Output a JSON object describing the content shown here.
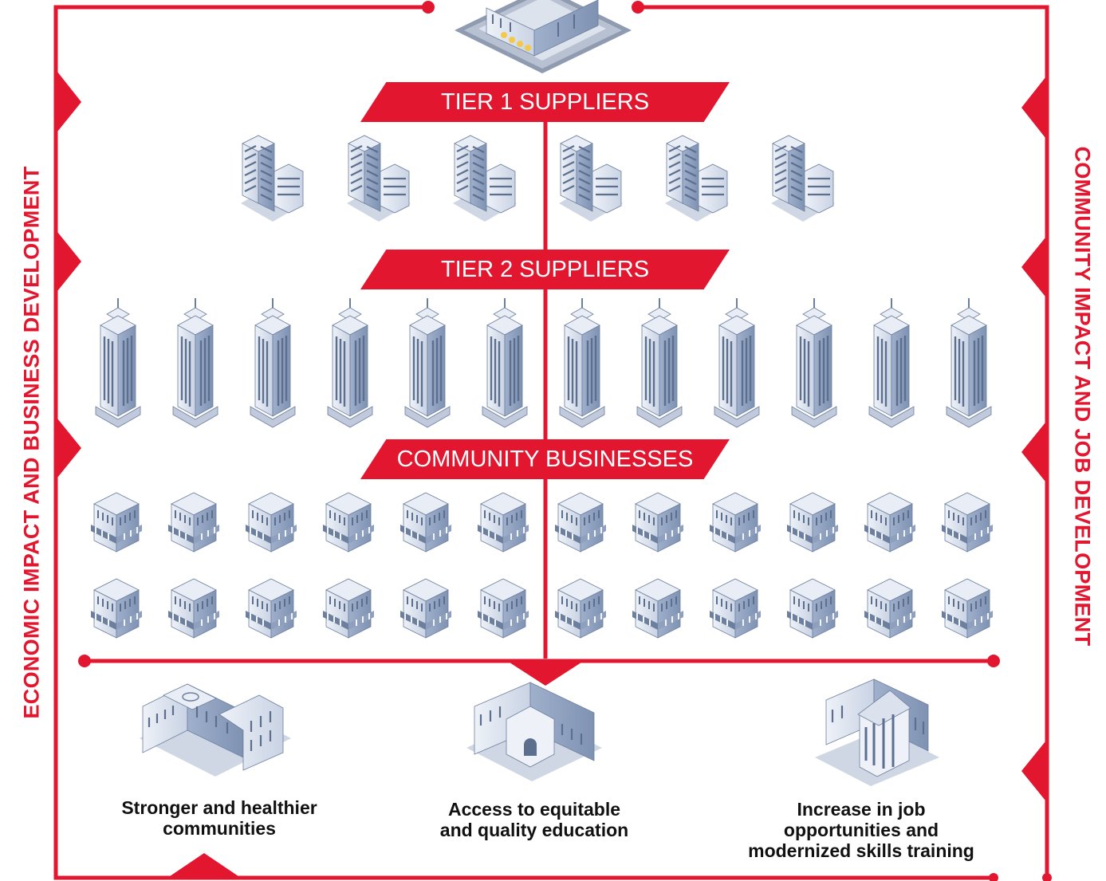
{
  "side_labels": {
    "left": "ECONOMIC IMPACT AND BUSINESS DEVELOPMENT",
    "right": "COMMUNITY IMPACT AND JOB DEVELOPMENT"
  },
  "tiers": {
    "tier1": "TIER 1 SUPPLIERS",
    "tier2": "TIER 2 SUPPLIERS",
    "community": "COMMUNITY BUSINESSES"
  },
  "building_counts": {
    "tier1": 6,
    "tier2": 12,
    "community_rows": 2,
    "community_per_row": 12
  },
  "outcomes": [
    {
      "icon": "hospital-icon",
      "lines": [
        "Stronger and healthier",
        "communities"
      ]
    },
    {
      "icon": "school-icon",
      "lines": [
        "Access to equitable",
        "and quality education"
      ]
    },
    {
      "icon": "courthouse-icon",
      "lines": [
        "Increase in job",
        "opportunities and",
        "modernized skills training"
      ]
    }
  ],
  "colors": {
    "accent": "#e2172f",
    "building_face": "#d4dcea",
    "building_dark": "#8a9bb8",
    "building_window": "#5d6f8f"
  }
}
